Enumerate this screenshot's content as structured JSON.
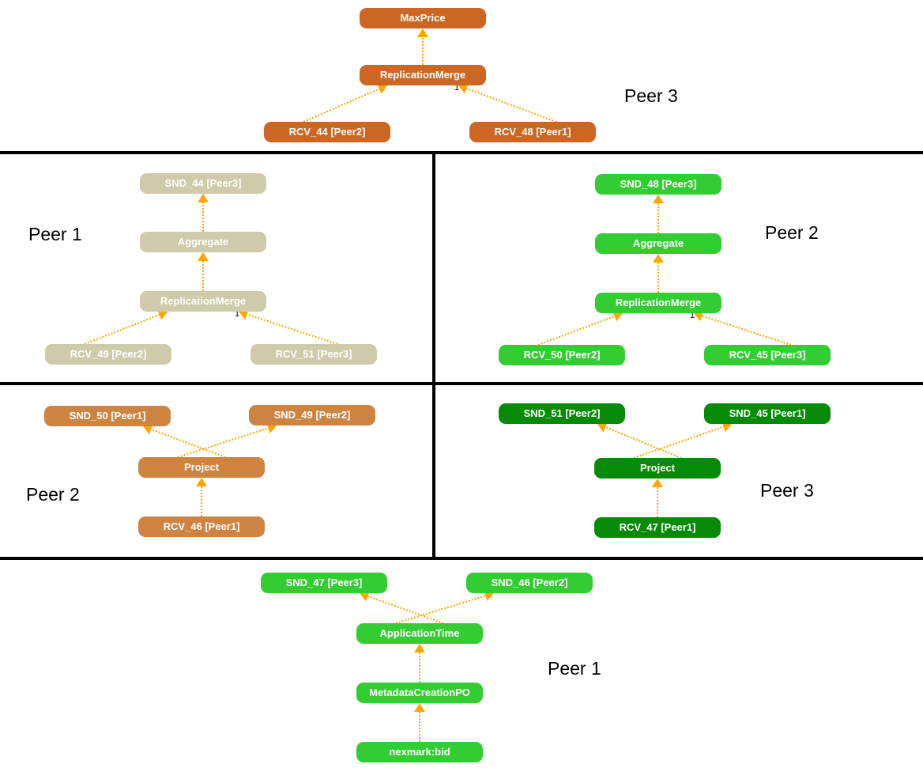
{
  "colors": {
    "peer3_top": "#cc6622",
    "peer1_left": "#cfcaa9",
    "peer2_right": "#33cc33",
    "peer2_left": "#cd8441",
    "peer3_right": "#078a07",
    "peer1_bottom": "#33cc33",
    "edge": "#ffa500"
  },
  "sections": [
    {
      "id": "peer3-top",
      "peer_label": "Peer 3",
      "color_key": "peer3_top",
      "nodes": [
        {
          "id": "maxprice",
          "label": "MaxPrice"
        },
        {
          "id": "replmerge",
          "label": "ReplicationMerge"
        },
        {
          "id": "rcv44",
          "label": "RCV_44 [Peer2]"
        },
        {
          "id": "rcv48",
          "label": "RCV_48 [Peer1]"
        }
      ],
      "edges": [
        {
          "from": "replmerge",
          "to": "maxprice"
        },
        {
          "from": "rcv44",
          "to": "replmerge"
        },
        {
          "from": "rcv48",
          "to": "replmerge",
          "label": "1"
        }
      ]
    },
    {
      "id": "peer1-left",
      "peer_label": "Peer 1",
      "color_key": "peer1_left",
      "nodes": [
        {
          "id": "snd44",
          "label": "SND_44 [Peer3]"
        },
        {
          "id": "aggregate",
          "label": "Aggregate"
        },
        {
          "id": "replmerge",
          "label": "ReplicationMerge"
        },
        {
          "id": "rcv49",
          "label": "RCV_49 [Peer2]"
        },
        {
          "id": "rcv51",
          "label": "RCV_51 [Peer3]"
        }
      ],
      "edges": [
        {
          "from": "aggregate",
          "to": "snd44"
        },
        {
          "from": "replmerge",
          "to": "aggregate"
        },
        {
          "from": "rcv49",
          "to": "replmerge"
        },
        {
          "from": "rcv51",
          "to": "replmerge",
          "label": "1"
        }
      ]
    },
    {
      "id": "peer2-right",
      "peer_label": "Peer 2",
      "color_key": "peer2_right",
      "nodes": [
        {
          "id": "snd48",
          "label": "SND_48 [Peer3]"
        },
        {
          "id": "aggregate",
          "label": "Aggregate"
        },
        {
          "id": "replmerge",
          "label": "ReplicationMerge"
        },
        {
          "id": "rcv50",
          "label": "RCV_50 [Peer2]"
        },
        {
          "id": "rcv45",
          "label": "RCV_45 [Peer3]"
        }
      ],
      "edges": [
        {
          "from": "aggregate",
          "to": "snd48"
        },
        {
          "from": "replmerge",
          "to": "aggregate"
        },
        {
          "from": "rcv50",
          "to": "replmerge"
        },
        {
          "from": "rcv45",
          "to": "replmerge",
          "label": "1"
        }
      ]
    },
    {
      "id": "peer2-left",
      "peer_label": "Peer 2",
      "color_key": "peer2_left",
      "nodes": [
        {
          "id": "snd50",
          "label": "SND_50 [Peer1]"
        },
        {
          "id": "snd49",
          "label": "SND_49 [Peer2]"
        },
        {
          "id": "project",
          "label": "Project"
        },
        {
          "id": "rcv46",
          "label": "RCV_46 [Peer1]"
        }
      ],
      "edges": [
        {
          "from": "project",
          "to": "snd50"
        },
        {
          "from": "project",
          "to": "snd49"
        },
        {
          "from": "rcv46",
          "to": "project"
        }
      ]
    },
    {
      "id": "peer3-right",
      "peer_label": "Peer 3",
      "color_key": "peer3_right",
      "nodes": [
        {
          "id": "snd51",
          "label": "SND_51 [Peer2]"
        },
        {
          "id": "snd45",
          "label": "SND_45 [Peer1]"
        },
        {
          "id": "project",
          "label": "Project"
        },
        {
          "id": "rcv47",
          "label": "RCV_47 [Peer1]"
        }
      ],
      "edges": [
        {
          "from": "project",
          "to": "snd51"
        },
        {
          "from": "project",
          "to": "snd45"
        },
        {
          "from": "rcv47",
          "to": "project"
        }
      ]
    },
    {
      "id": "peer1-bottom",
      "peer_label": "Peer 1",
      "color_key": "peer1_bottom",
      "nodes": [
        {
          "id": "snd47",
          "label": "SND_47 [Peer3]"
        },
        {
          "id": "snd46",
          "label": "SND_46 [Peer2]"
        },
        {
          "id": "apptime",
          "label": "ApplicationTime"
        },
        {
          "id": "metadata",
          "label": "MetadataCreationPO"
        },
        {
          "id": "nexmark",
          "label": "nexmark:bid"
        }
      ],
      "edges": [
        {
          "from": "apptime",
          "to": "snd47"
        },
        {
          "from": "apptime",
          "to": "snd46"
        },
        {
          "from": "metadata",
          "to": "apptime"
        },
        {
          "from": "nexmark",
          "to": "metadata"
        }
      ]
    }
  ]
}
